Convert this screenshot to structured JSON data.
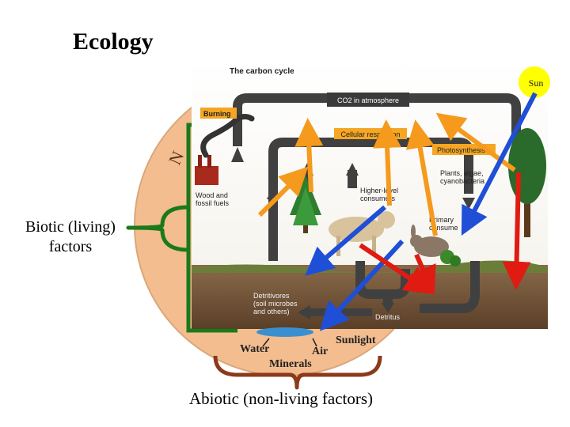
{
  "title": "Ecology",
  "labels": {
    "biotic": "Biotic (living) factors",
    "abiotic": "Abiotic (non-living factors)",
    "sun": "Sun"
  },
  "background_circle": {
    "partial_text": "N",
    "words": {
      "water": "Water",
      "air": "Air",
      "minerals": "Minerals",
      "sunlight": "Sunlight"
    }
  },
  "carbon_cycle": {
    "title": "The carbon cycle",
    "co2": "CO2 in atmosphere",
    "burning": "Burning",
    "cellular_respiration": "Cellular respiration",
    "photosynthesis": "Photosynthesis",
    "plants": "Plants, algae, cyanobacteria",
    "higher_consumers": "Higher-level consumers",
    "primary_consumers": "Primary consume",
    "wood": "Wood and fossil fuels",
    "detritivores": "Detritivores (soil microbes and others)",
    "detritus": "Detritus"
  },
  "colors": {
    "circle_fill": "#f3bd8f",
    "brace_green": "#1a7a1a",
    "brace_brown": "#8b3a1a",
    "arrow_orange": "#f59a1c",
    "arrow_blue": "#1f4fd6",
    "arrow_red": "#e01b12",
    "sun": "#ffff00",
    "cycle_arrow": "#404040",
    "label_box": "#f5a623"
  }
}
